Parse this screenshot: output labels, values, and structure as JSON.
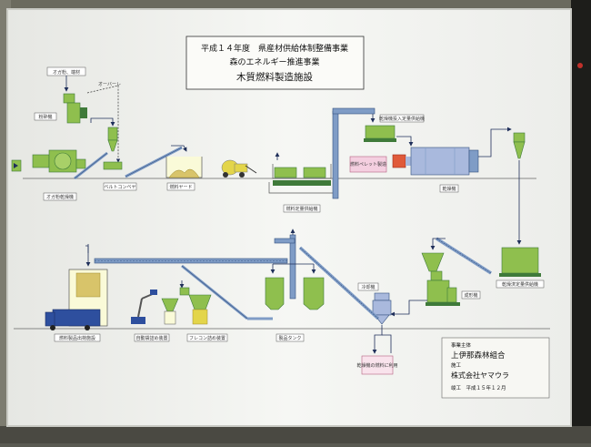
{
  "title_box": {
    "line1": "平成１４年度　県産材供給体制整備事業",
    "line2": "森のエネルギー推進事業",
    "line3": "木質燃料製造施設"
  },
  "labels": {
    "sawdust_bark": "オガ粉、端材",
    "crusher": "粉砕機",
    "overhead": "オーバーレ",
    "ogaz_dryer": "オガ粉乾燥機",
    "belt_conveyor": "ベルトコンベヤ",
    "fuel_yard": "燃料ヤード",
    "fuel_feeder_1": "燃料定量供給機",
    "dryer_feeder": "乾燥機投入定量供給機",
    "pellet_fuel": "燃料ペレット製造",
    "dryer": "乾燥機",
    "fuel_bin": "乾燥済定量供給機",
    "cooler": "冷却機",
    "pellet_mill": "成形機",
    "product_tank": "製品タンク",
    "flexible_bag": "フレコン詰め装置",
    "auto_bag": "自動袋詰め装置",
    "shipping": "燃料製品出荷施設",
    "reuse": "乾燥機の燃料に利用"
  },
  "credits": {
    "organizer_label": "事業主体",
    "organizer": "上伊那森林組合",
    "contractor_label": "施工",
    "contractor": "株式会社ヤマウラ",
    "completed": "竣工　平成１５年１２月"
  },
  "colors": {
    "board": "#f3f4f0",
    "machine_green": "#8fbf4e",
    "machine_dark": "#3f7a3a",
    "conveyor_blue": "#7f9cc6",
    "dryer_blue": "#a9b9dd",
    "truck_blue": "#2e4f9e",
    "arrow": "#1f2f5a"
  }
}
